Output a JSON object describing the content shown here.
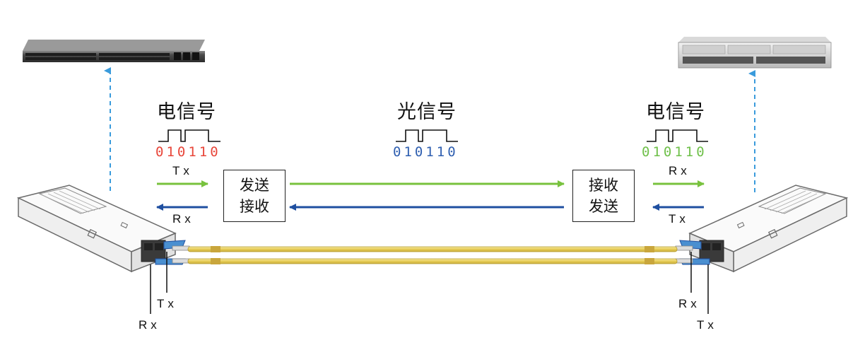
{
  "left": {
    "signal_title": "电信号",
    "bits": "010110",
    "bits_color": "#e8463a",
    "upper_arrow_label": "Tx",
    "lower_arrow_label": "Rx",
    "port_tx_label": "Tx",
    "port_rx_label": "Rx"
  },
  "center": {
    "signal_title": "光信号",
    "bits": "010110",
    "bits_color": "#2f5fb0"
  },
  "right": {
    "signal_title": "电信号",
    "bits": "010110",
    "bits_color": "#6fc04a",
    "upper_arrow_label": "Rx",
    "lower_arrow_label": "Tx",
    "port_rx_label": "Rx",
    "port_tx_label": "Tx"
  },
  "left_box": {
    "line1": "发送",
    "line2": "接收"
  },
  "right_box": {
    "line1": "接收",
    "line2": "发送"
  },
  "colors": {
    "green_arrow": "#78c23e",
    "blue_arrow": "#1f4fa0",
    "dashed_connector": "#3a9bdc",
    "fiber": "#e9d36a",
    "module_body": "#f4f4f4",
    "module_outline": "#6a6a6a"
  },
  "icons": {
    "left_device": "network-switch-icon",
    "right_device": "router-chassis-icon",
    "left_module": "sfp-transceiver-icon",
    "right_module": "sfp-transceiver-icon"
  }
}
